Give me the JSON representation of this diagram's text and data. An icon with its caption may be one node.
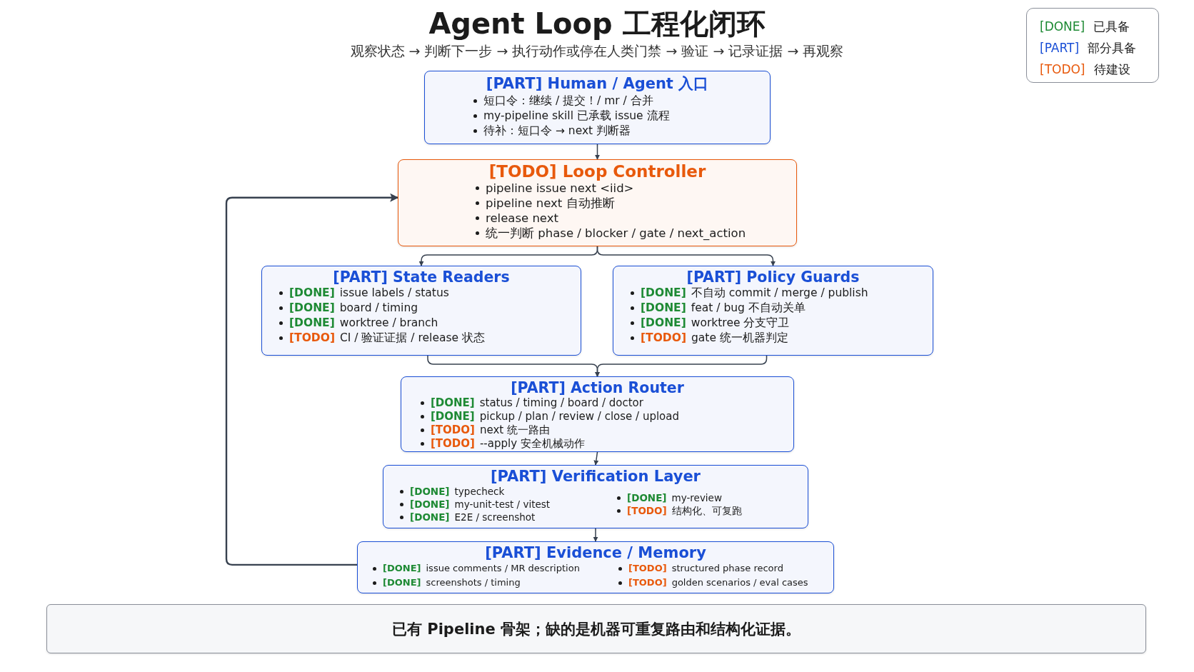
{
  "diagram": {
    "title": "Agent Loop 工程化闭环",
    "nodes": [
      {
        "text": [
          "[PART] Human / Agent 入口",
          "短口令：继续 / 提交！/ mr / 合并",
          "my-pipeline skill 已承载 issue 流程",
          "待补：短口令 → next 判断器"
        ]
      },
      {
        "text": [
          "[TODO] Loop Controller",
          "pipeline issue next <iid>",
          "pipeline next 自动推断",
          "release next",
          "统一判断 phase / blocker / gate / next_action"
        ]
      },
      {
        "text": [
          "[PART] State Readers",
          "[DONE] issue labels / status",
          "[DONE] board / timing",
          "[DONE] worktree / branch",
          "[TODO] CI / 验证证据 / release 状态"
        ]
      },
      {
        "text": [
          "[PART] Policy Guards",
          "[DONE] 不自动 commit / merge / publish",
          "[DONE] feat / bug 不自动关单",
          "[DONE] worktree 分支守卫",
          "[TODO] gate 统一机器判定"
        ]
      },
      {
        "text": [
          "[PART] Action Router",
          "[DONE] status / timing / board / doctor",
          "[DONE] pickup / plan / review / close / upload",
          "[TODO] next 统一路由",
          "[TODO] --apply 安全机械动作"
        ]
      },
      {
        "text": [
          "[PART] Verification Layer",
          "[DONE] typecheck",
          "[DONE] my-unit-test / vitest",
          "[DONE] E2E / screenshot",
          "[DONE] my-review",
          "[TODO] 结构化、可复跑"
        ]
      },
      {
        "text": [
          "[PART] Evidence / Memory",
          "[DONE] issue comments / MR description",
          "[DONE] screenshots / timing",
          "[TODO] structured phase record",
          "[TODO] golden scenarios / eval cases"
        ]
      },
      {
        "text": [
          "已有 Pipeline 骨架；缺的是机器可重复路由和结构化证据。"
        ]
      }
    ],
    "edges": [
      {
        "from": 0,
        "to": 1,
        "arrow": "to"
      },
      {
        "from": 1,
        "to": 2,
        "arrow": "to"
      },
      {
        "from": 1,
        "to": 3,
        "arrow": "to"
      },
      {
        "from": 2,
        "to": 4,
        "arrow": "to"
      },
      {
        "from": 3,
        "to": 4,
        "arrow": "to"
      },
      {
        "from": 4,
        "to": 5,
        "arrow": "to"
      },
      {
        "from": 5,
        "to": 6,
        "arrow": "to"
      },
      {
        "from": 6,
        "to": 1,
        "arrow": "to"
      }
    ],
    "labels": [
      "观察状态 → 判断下一步 → 执行动作或停在人类门禁 → 验证 → 记录证据 → 再观察"
    ],
    "legend": [
      {
        "text": "[DONE] 已具备",
        "color": "#1e8a34"
      },
      {
        "text": "[PART] 部分具备",
        "color": "#1a4fd6"
      },
      {
        "text": "[TODO] 待建设",
        "color": "#e8590c"
      }
    ]
  }
}
